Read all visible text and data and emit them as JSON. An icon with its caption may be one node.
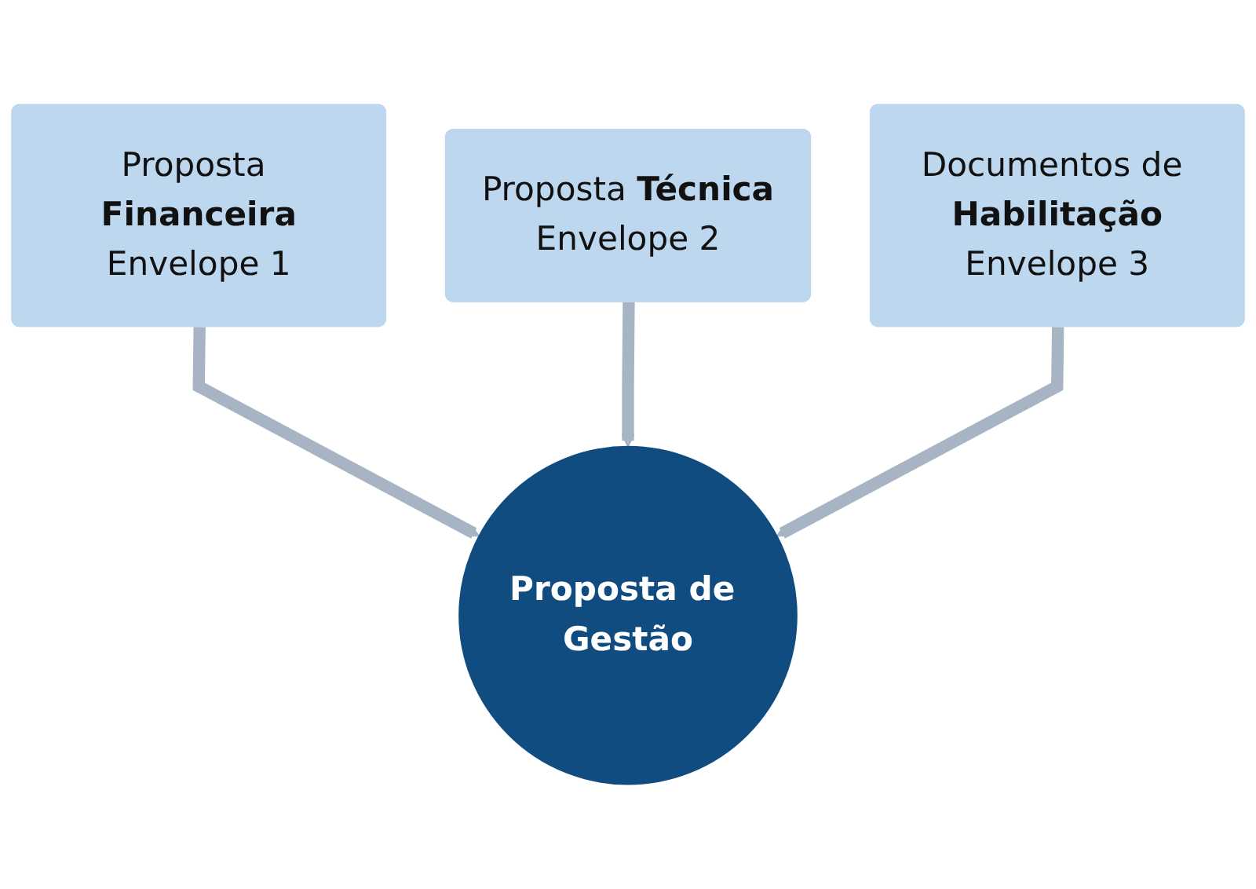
{
  "diagram": {
    "nodes": [
      {
        "text": [
          "Proposta **Financeira**",
          "Envelope 1"
        ]
      },
      {
        "text": [
          "Proposta **Técnica**",
          "Envelope 2"
        ]
      },
      {
        "text": [
          "Documentos de **Habilitação**",
          "Envelope 3"
        ]
      },
      {
        "text": [
          "Proposta de Gestão"
        ]
      }
    ],
    "edges": [
      {
        "from": 0,
        "to": 3,
        "arrow": "to"
      },
      {
        "from": 1,
        "to": 3,
        "arrow": "to"
      },
      {
        "from": 2,
        "to": 3,
        "arrow": "to"
      }
    ]
  }
}
